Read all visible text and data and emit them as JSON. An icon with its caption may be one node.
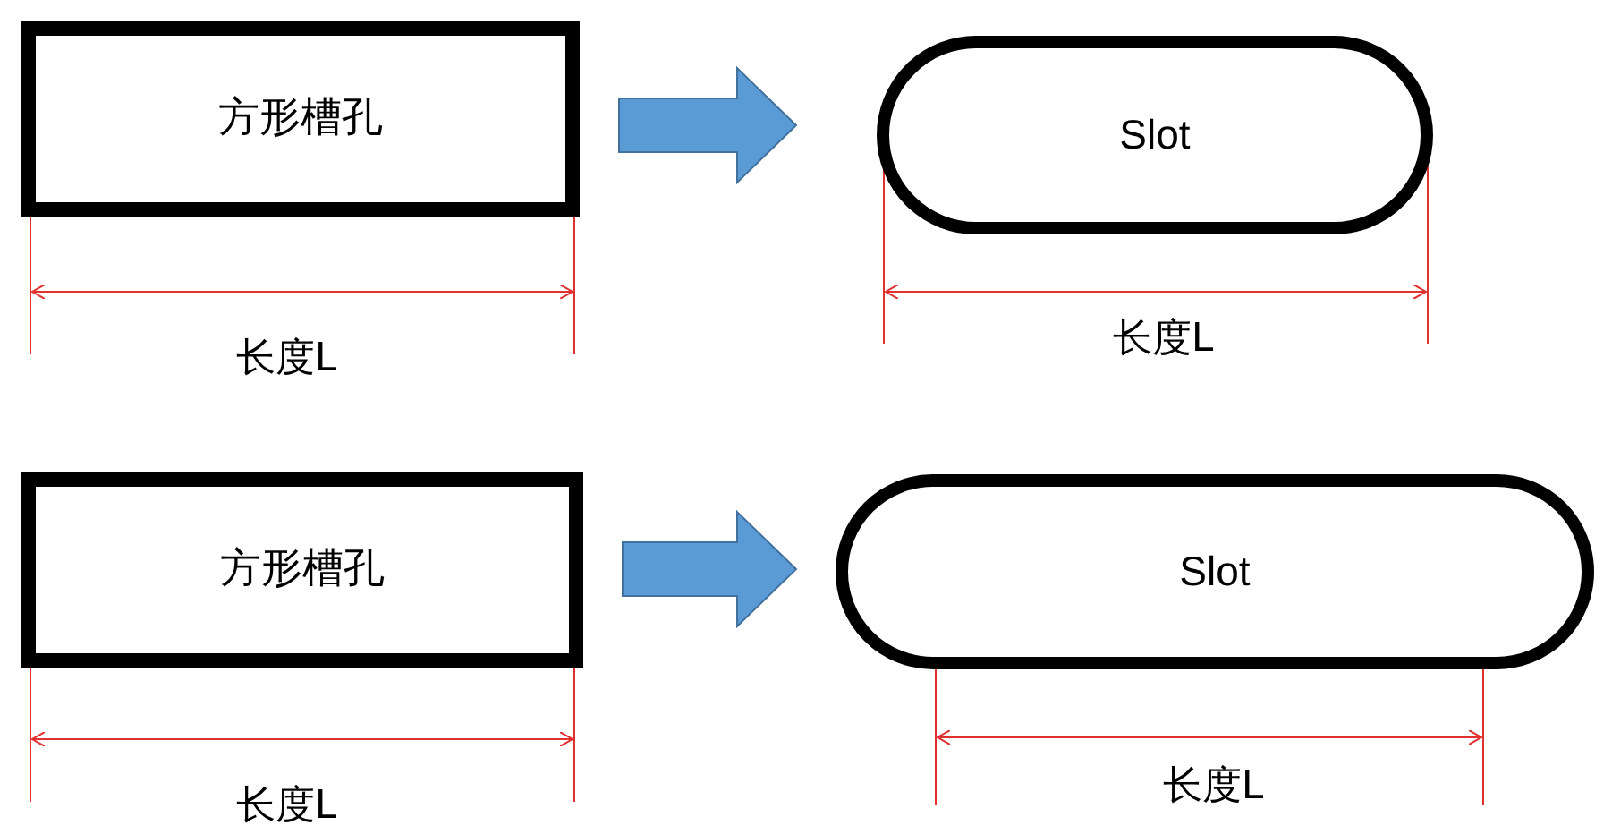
{
  "diagram": {
    "nodes": [
      {
        "text": [
          "方形槽孔"
        ]
      },
      {
        "text": [
          "Slot"
        ]
      },
      {
        "text": [
          "方形槽孔"
        ]
      },
      {
        "text": [
          "Slot"
        ]
      }
    ],
    "edges": [
      {
        "from": 0,
        "to": 1,
        "arrow": "to"
      },
      {
        "from": 2,
        "to": 3,
        "arrow": "to"
      }
    ],
    "labels": [
      "长度L",
      "长度L",
      "长度L",
      "长度L"
    ]
  }
}
